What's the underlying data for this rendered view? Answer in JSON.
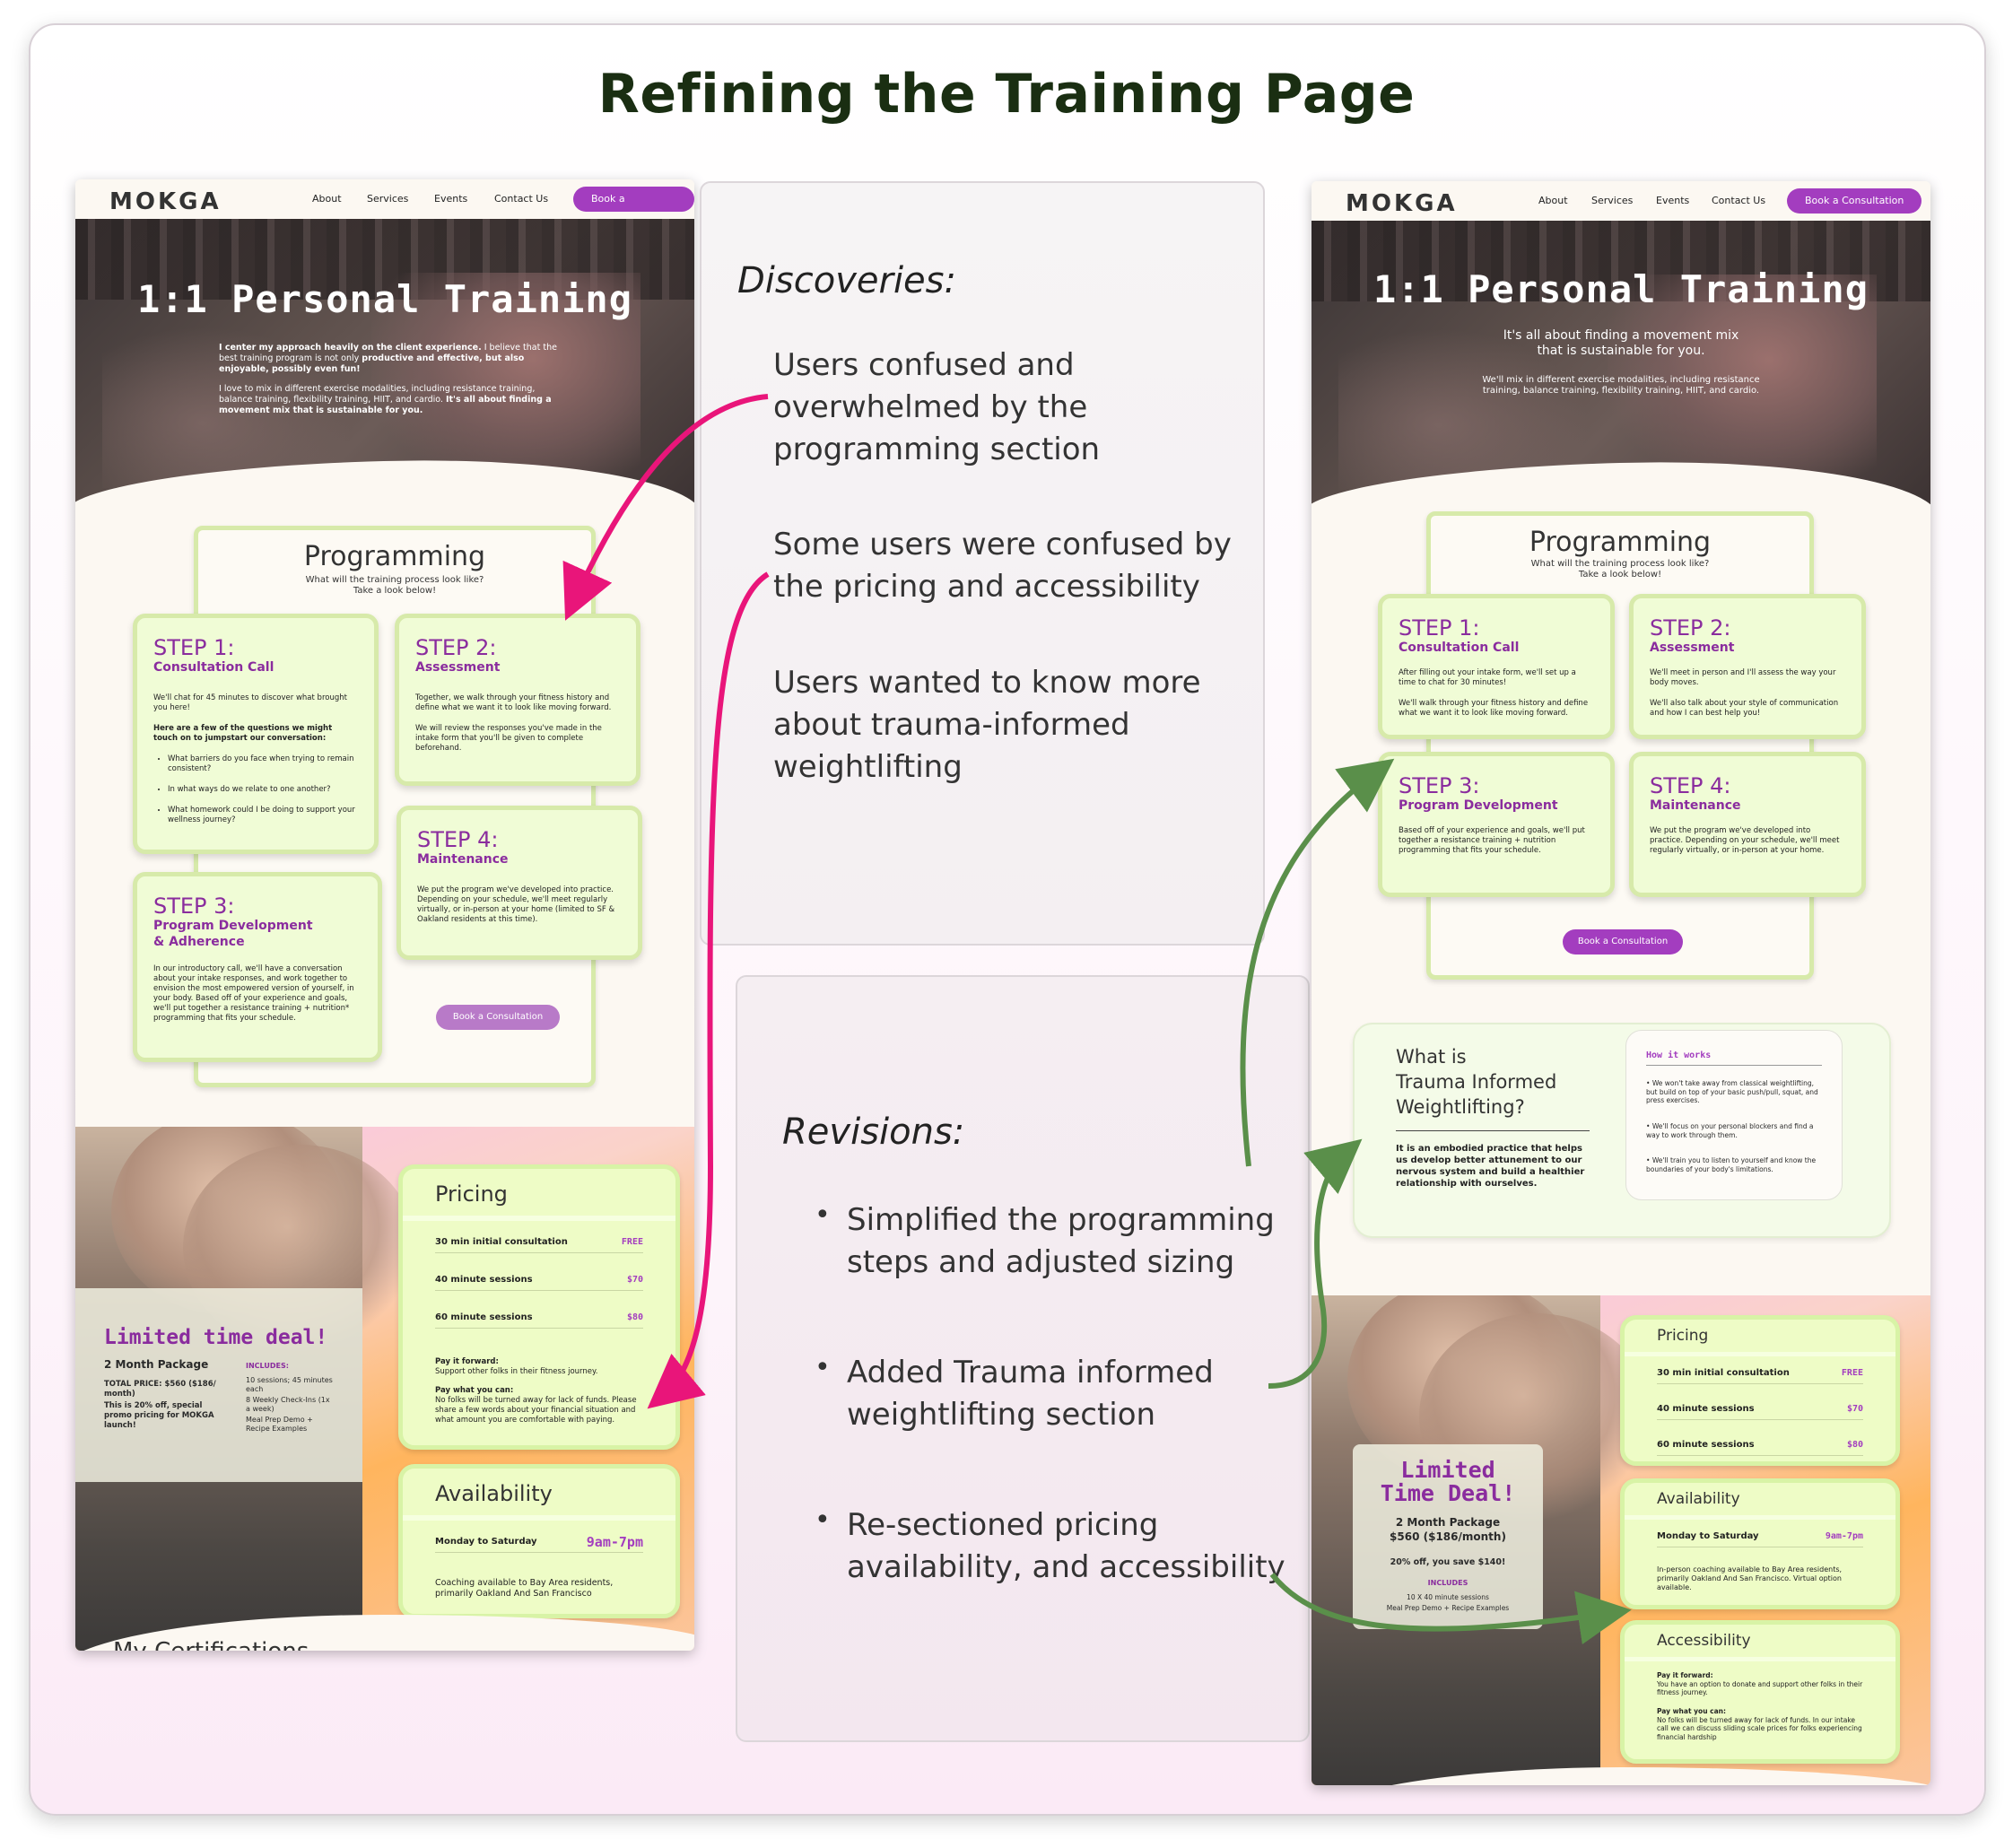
{
  "board": {
    "title": "Refining the Training Page"
  },
  "nav": {
    "logo": "MOKGA",
    "links": [
      "About",
      "Services",
      "Events",
      "Contact Us"
    ],
    "cta": "Book a Consultation"
  },
  "old_page": {
    "hero_title": "1:1 Personal Training",
    "hero_p1_bold1": "I center my approach heavily on the client experience.",
    "hero_p1_rest1": " I believe that the best training program is not only ",
    "hero_p1_bold2": "productive and effective, but also enjoyable, possibly even fun!",
    "hero_p2_rest": "I love to mix in different exercise modalities, including resistance training, balance training, flexibility training, HIIT, and cardio. ",
    "hero_p2_bold": "It's all about finding a movement mix that is sustainable for you.",
    "programming": {
      "title": "Programming",
      "sub1": "What will the training process look like?",
      "sub2": "Take a look below!"
    },
    "steps": [
      {
        "title": "STEP 1:",
        "sub": "Consultation Call",
        "p1": "We'll chat for 45 minutes to discover what brought you here!",
        "p2": "Here are a few of the questions we might touch on to jumpstart our conversation:",
        "bullets": [
          "What barriers do you face when trying to remain consistent?",
          "In what ways do we relate to one another?",
          "What homework could I be doing to support your wellness journey?"
        ]
      },
      {
        "title": "STEP 2:",
        "sub": "Assessment",
        "p1": "Together, we walk through your fitness history and define what we want it to look like moving forward.",
        "p2": "We will review the responses you've made in the intake form that you'll be given to complete beforehand."
      },
      {
        "title": "STEP 3:",
        "sub": "Program Development",
        "sub2": "& Adherence",
        "p1": "In our introductory call, we'll have a conversation about your intake responses, and work together to envision the most empowered version of yourself, in your body. Based off of your experience and goals, we'll put together a resistance training + nutrition* programming that fits your schedule."
      },
      {
        "title": "STEP 4:",
        "sub": "Maintenance",
        "p1": "We put the program we've developed into practice. Depending on your schedule, we'll meet regularly virtually, or in-person at your home (limited to SF & Oakland residents at this time)."
      }
    ],
    "cta": "Book a Consultation",
    "deal": {
      "title": "Limited time deal!",
      "package": "2 Month Package",
      "price": "TOTAL PRICE: $560 ($186/ month)",
      "note": "This is 20% off, special promo pricing for MOKGA launch!",
      "includes_label": "INCLUDES:",
      "includes": "10 sessions; 45 minutes each",
      "includes2": "8 Weekly Check-Ins (1x a week)",
      "includes3": "Meal Prep Demo + Recipe Examples"
    },
    "pricing": {
      "title": "Pricing",
      "rows": [
        {
          "label": "30 min initial consultation",
          "value": "FREE"
        },
        {
          "label": "40 minute sessions",
          "value": "$70"
        },
        {
          "label": "60 minute sessions",
          "value": "$80"
        }
      ],
      "pif_label": "Pay it forward:",
      "pif_text": "Support other folks in their fitness journey.",
      "pwyc_label": "Pay what you can:",
      "pwyc_text": "No folks will be turned away for lack of funds. Please share a few words about your financial situation and what amount you are comfortable with paying."
    },
    "availability": {
      "title": "Availability",
      "row_label": "Monday to Saturday",
      "row_value": "9am-7pm",
      "text": "Coaching available to Bay Area residents, primarily Oakland And San Francisco"
    },
    "footer_peek": "My Certifications"
  },
  "discoveries": {
    "heading": "Discoveries:",
    "items": [
      "Users confused and overwhelmed by the programming section",
      "Some users were confused by the pricing and accessibility",
      "Users wanted to know more about trauma-informed weightlifting"
    ]
  },
  "revisions": {
    "heading": "Revisions:",
    "items": [
      "Simplified the programming steps and adjusted sizing",
      "Added Trauma informed weightlifting section",
      "Re-sectioned pricing availability, and accessibility"
    ]
  },
  "new_page": {
    "hero_title": "1:1 Personal Training",
    "hero_lead": "It's all about finding a movement mix that is sustainable for you.",
    "hero_text": "We'll mix in different exercise modalities, including resistance training, balance training, flexibility training, HIIT, and cardio.",
    "programming": {
      "title": "Programming",
      "sub1": "What will the training process look like?",
      "sub2": "Take a look below!"
    },
    "steps": [
      {
        "title": "STEP 1:",
        "sub": "Consultation Call",
        "p1": "After filling out your intake form, we'll set up a time to chat for 30 minutes!",
        "p2": "We'll walk through your fitness history and define what we want it to look like moving forward."
      },
      {
        "title": "STEP 2:",
        "sub": "Assessment",
        "p1": "We'll meet in person and I'll assess the way your body moves.",
        "p2": "We'll also talk about your style of communication and how I can best help you!"
      },
      {
        "title": "STEP 3:",
        "sub": "Program Development",
        "p1": "Based off of your experience and goals, we'll put together a resistance training + nutrition programming that fits your schedule."
      },
      {
        "title": "STEP 4:",
        "sub": "Maintenance",
        "p1": "We put the program we've developed into practice. Depending on your schedule, we'll meet regularly virtually, or in-person at your home."
      }
    ],
    "cta": "Book a Consultation",
    "trauma": {
      "title1": "What is",
      "title2": "Trauma Informed",
      "title3": "Weightlifting?",
      "text": "It is an embodied practice that helps us develop better attunement to our nervous system and build a healthier relationship with ourselves.",
      "how_title": "How it works",
      "how_items": [
        "We won't take away from classical weightlifting, but build on top of your basic push/pull, squat, and press exercises.",
        "We'll focus on your personal blockers and find a way to work through them.",
        "We'll train you to listen to yourself and know the boundaries of your body's limitations."
      ]
    },
    "deal": {
      "title1": "Limited",
      "title2": "Time Deal!",
      "package": "2 Month Package",
      "price": "$560 ($186/month)",
      "note": "20% off, you save $140!",
      "includes_label": "INCLUDES",
      "includes": "10 X 40 minute sessions",
      "includes2": "Meal Prep Demo + Recipe Examples"
    },
    "pricing": {
      "title": "Pricing",
      "rows": [
        {
          "label": "30 min initial consultation",
          "value": "FREE"
        },
        {
          "label": "40 minute sessions",
          "value": "$70"
        },
        {
          "label": "60 minute sessions",
          "value": "$80"
        }
      ]
    },
    "availability": {
      "title": "Availability",
      "row_label": "Monday to Saturday",
      "row_value": "9am-7pm",
      "text": "In-person coaching available to Bay Area residents, primarily Oakland And San Francisco. Virtual option available."
    },
    "accessibility": {
      "title": "Accessibility",
      "pif_label": "Pay it forward:",
      "pif_text": "You have an option to donate and support other folks in their fitness journey.",
      "pwyc_label": "Pay what you can:",
      "pwyc_text": "No folks will be turned away for lack of funds. In our intake call we can discuss sliding scale prices for folks experiencing financial hardship"
    }
  },
  "colors": {
    "accent_purple": "#a33dbf",
    "step_purple": "#8a2c9e",
    "card_green": "#eefcc6",
    "arrow_pink": "#e9157a",
    "arrow_green": "#5a8f4a"
  }
}
